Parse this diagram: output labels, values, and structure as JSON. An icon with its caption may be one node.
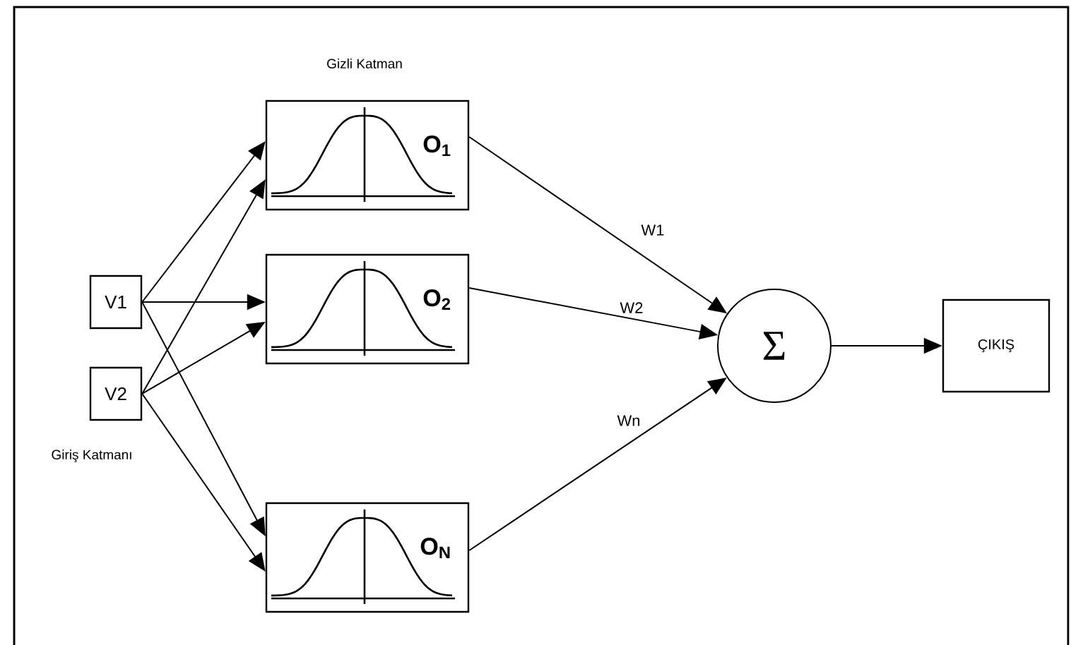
{
  "diagram": {
    "nodes": [
      {
        "text": [
          "V1"
        ]
      },
      {
        "text": [
          "V2"
        ]
      },
      {
        "text": [
          "O$_{1}$"
        ]
      },
      {
        "text": [
          "O$_{2}$"
        ]
      },
      {
        "text": [
          "O$_{N}$"
        ]
      },
      {
        "text": [
          "Σ"
        ]
      },
      {
        "text": [
          "ÇIKIŞ"
        ]
      }
    ],
    "edges": [
      {
        "from": 0,
        "to": 2,
        "arrow": "to"
      },
      {
        "from": 0,
        "to": 3,
        "arrow": "to"
      },
      {
        "from": 0,
        "to": 4,
        "arrow": "to"
      },
      {
        "from": 1,
        "to": 2,
        "arrow": "to"
      },
      {
        "from": 1,
        "to": 3,
        "arrow": "to"
      },
      {
        "from": 1,
        "to": 4,
        "arrow": "to"
      },
      {
        "from": 2,
        "to": 5,
        "arrow": "to",
        "label": "W1"
      },
      {
        "from": 3,
        "to": 5,
        "arrow": "to",
        "label": "W2"
      },
      {
        "from": 4,
        "to": 5,
        "arrow": "to",
        "label": "Wn"
      },
      {
        "from": 5,
        "to": 6,
        "arrow": "to"
      }
    ],
    "labels": [
      "Gizli Katman",
      "Giriş Katmanı"
    ]
  }
}
